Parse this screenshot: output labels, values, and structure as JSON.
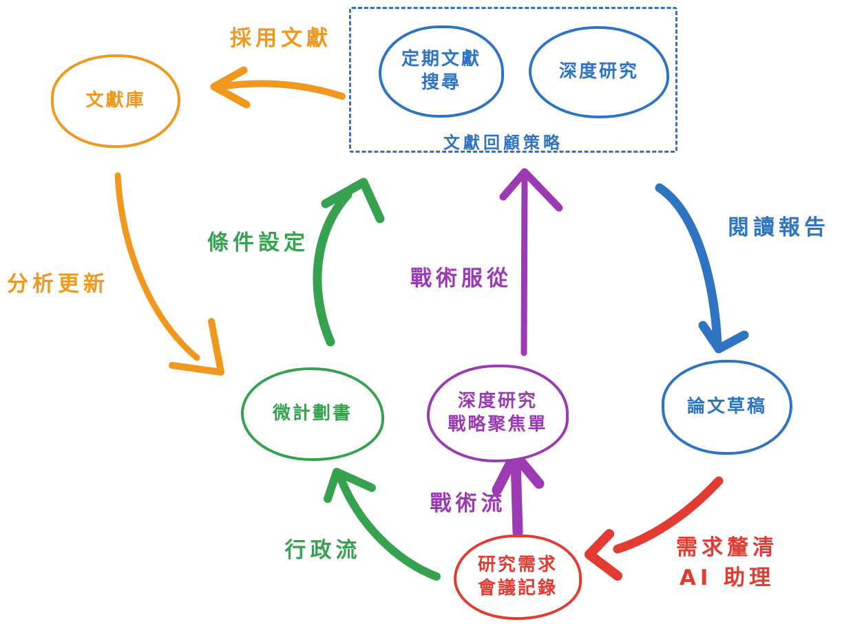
{
  "colors": {
    "blue": "#2e74c3",
    "orange": "#f0981e",
    "green": "#36a24f",
    "purple": "#9c3ab4",
    "red": "#e33a31"
  },
  "strategy_box": {
    "label": "文獻回顧策略"
  },
  "nodes": {
    "literature_library": "文獻庫",
    "periodic_search_line1": "定期文獻",
    "periodic_search_line2": "搜尋",
    "deep_research": "深度研究",
    "micro_proposal": "微計劃書",
    "strategy_focus_line1": "深度研究",
    "strategy_focus_line2": "戰略聚焦單",
    "paper_draft": "論文草稿",
    "meeting_minutes_line1": "研究需求",
    "meeting_minutes_line2": "會議記錄"
  },
  "edge_labels": {
    "adopt_literature": "採用文獻",
    "analysis_update": "分析更新",
    "condition_setting": "條件設定",
    "tactical_compliance": "戰術服從",
    "reading_report": "閱讀報告",
    "needs_clarification_line1": "需求釐清",
    "needs_clarification_line2": "AI 助理",
    "tactical_flow": "戰術流",
    "administrative_flow": "行政流"
  }
}
